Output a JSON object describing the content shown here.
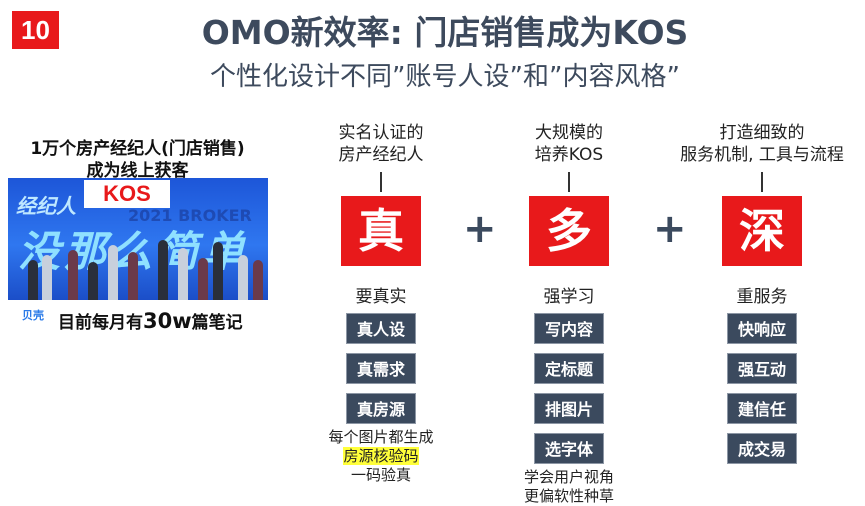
{
  "slide_number": "10",
  "title": "OMO新效率: 门店销售成为KOS",
  "subtitle": "个性化设计不同”账号人设”和”内容风格”",
  "left": {
    "line1": "1万个房产经纪人(门店销售)",
    "line2": "成为线上获客",
    "banner": {
      "badge": "KOS",
      "tag": "经纪人",
      "headline": "没那么简单",
      "watermark": "2021 BROKER"
    },
    "logo": "贝壳",
    "bottom_prefix": "目前每月有",
    "bottom_number": "30w",
    "bottom_suffix": "篇笔记"
  },
  "columns": [
    {
      "top_line1": "实名认证的",
      "top_line2": "房产经纪人",
      "char": "真",
      "subtitle": "要真实",
      "items": [
        "真人设",
        "真需求",
        "真房源"
      ],
      "note": [
        "每个图片都生成",
        "房源核验码",
        "一码验真"
      ]
    },
    {
      "top_line1": "大规模的",
      "top_line2": "培养KOS",
      "char": "多",
      "subtitle": "强学习",
      "items": [
        "写内容",
        "定标题",
        "排图片",
        "选字体"
      ],
      "note": [
        "学会用户视角",
        "更偏软性种草"
      ]
    },
    {
      "top_line1": "打造细致的",
      "top_line2": "服务机制, 工具与流程",
      "char": "深",
      "subtitle": "重服务",
      "items": [
        "快响应",
        "强互动",
        "建信任",
        "成交易"
      ],
      "note": []
    }
  ],
  "operators": [
    "+",
    "+"
  ],
  "colors": {
    "accent_red": "#e8191b",
    "dark_box": "#3b4a5e",
    "title": "#3d4a5d",
    "highlight": "#ffff3a"
  }
}
